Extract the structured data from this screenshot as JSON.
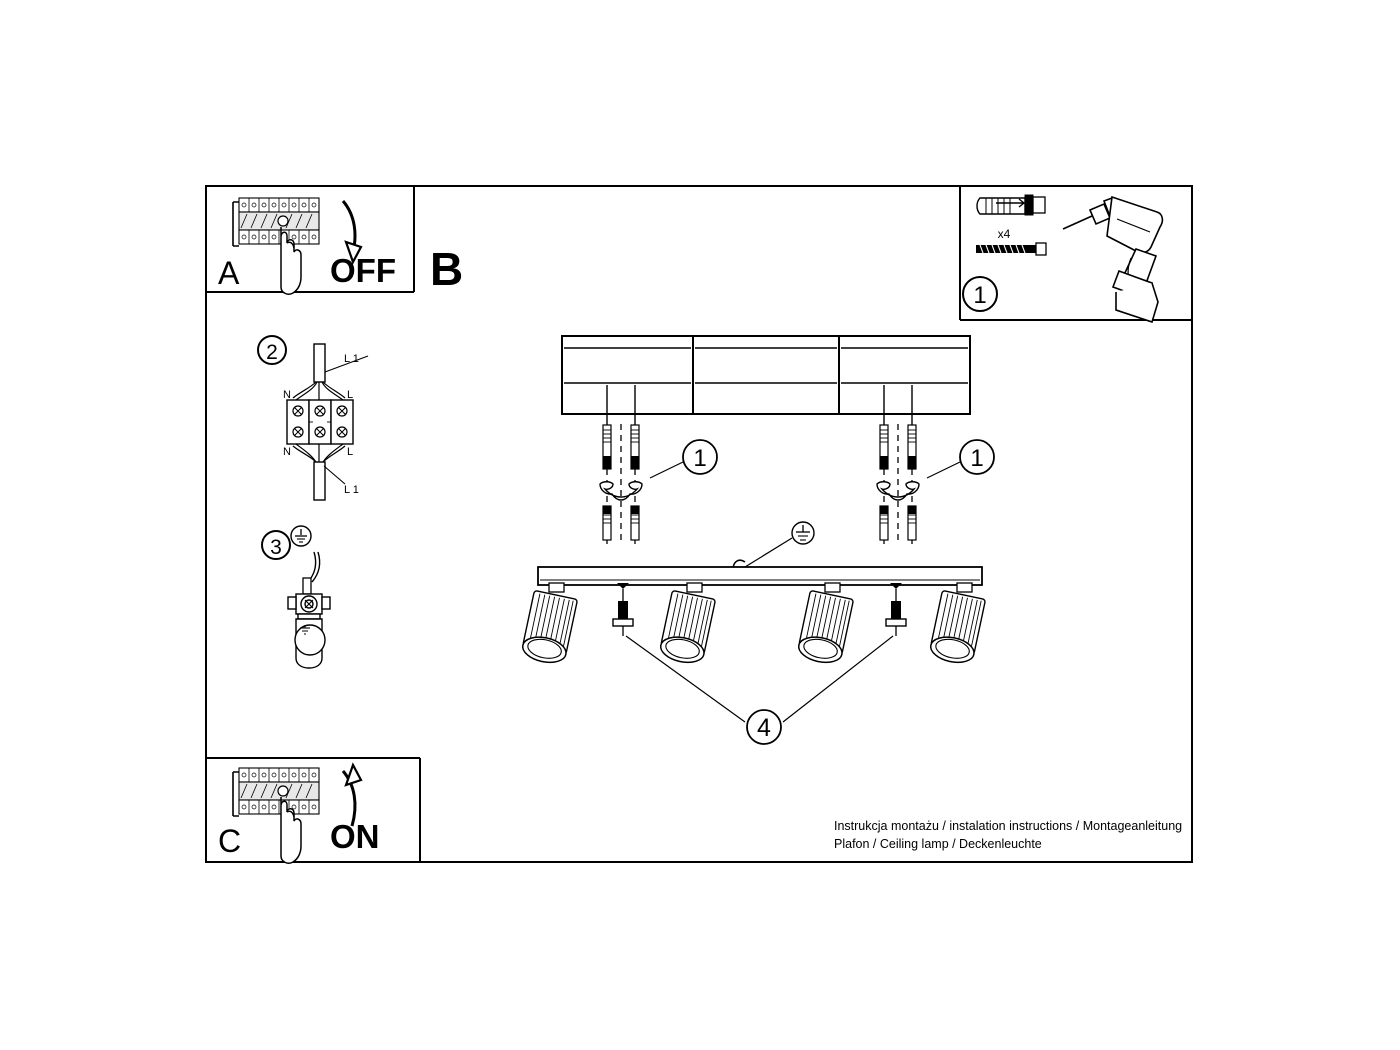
{
  "document": {
    "kind": "assembly-instruction-sheet",
    "caption_line1": "Instrukcja montażu / instalation instructions / Montageanleitung",
    "caption_line2": "Plafon / Ceiling lamp / Deckenleuchte",
    "frame_color": "#000000",
    "background_color": "#ffffff"
  },
  "panels": {
    "a": {
      "letter": "A",
      "action_label": "OFF",
      "description": "Switch the circuit breaker off",
      "arrow_direction": "down"
    },
    "b": {
      "letter": "B",
      "description": "Main mounting illustration"
    },
    "c": {
      "letter": "C",
      "action_label": "ON",
      "description": "Switch the circuit breaker on",
      "arrow_direction": "up"
    },
    "parts": {
      "callout": "1",
      "quantity_label": "x4",
      "items": [
        "wall-plug",
        "screw",
        "power-drill"
      ]
    }
  },
  "steps": [
    {
      "number": "2",
      "name": "terminal-block-wiring",
      "labels": {
        "top_left": "N",
        "top_right": "L",
        "top_lead": "L 1",
        "bottom_left": "N",
        "bottom_right": "L",
        "bottom_lead": "L 1"
      }
    },
    {
      "number": "3",
      "name": "earth-connection",
      "symbol": "earth-ground"
    }
  ],
  "callouts": {
    "bracket_left": "1",
    "bracket_right": "1",
    "fixing_screws": "4",
    "earth_symbol_label": "earth-ground"
  },
  "lamp": {
    "name": "ceiling-bar-lamp",
    "spot_count": 4,
    "fixing_screw_count": 2,
    "ceiling_segments": 3
  }
}
